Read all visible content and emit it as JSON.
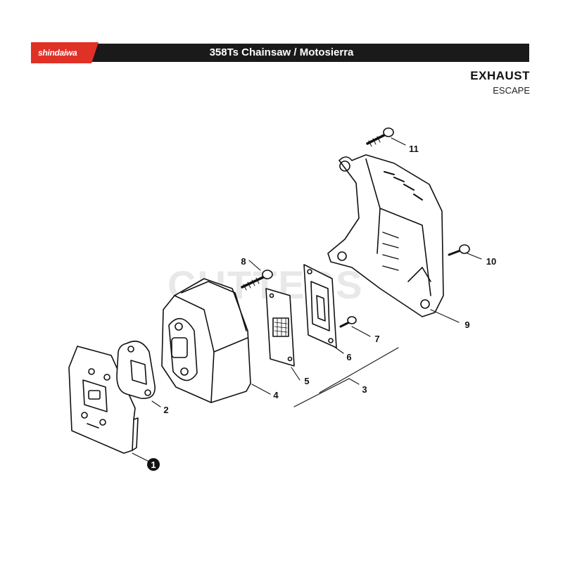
{
  "header": {
    "brand": "shindaiwa",
    "model_title": "358Ts Chainsaw / Motosierra",
    "brand_color": "#e03127",
    "bar_color": "#1a1a1a"
  },
  "section": {
    "title": "EXHAUST",
    "subtitle": "ESCAPE"
  },
  "watermark": "CUTTERS",
  "callouts": {
    "c1": "1",
    "c2": "2",
    "c3": "3",
    "c4": "4",
    "c5": "5",
    "c6": "6",
    "c7": "7",
    "c8": "8",
    "c9": "9",
    "c10": "10",
    "c11": "11"
  }
}
